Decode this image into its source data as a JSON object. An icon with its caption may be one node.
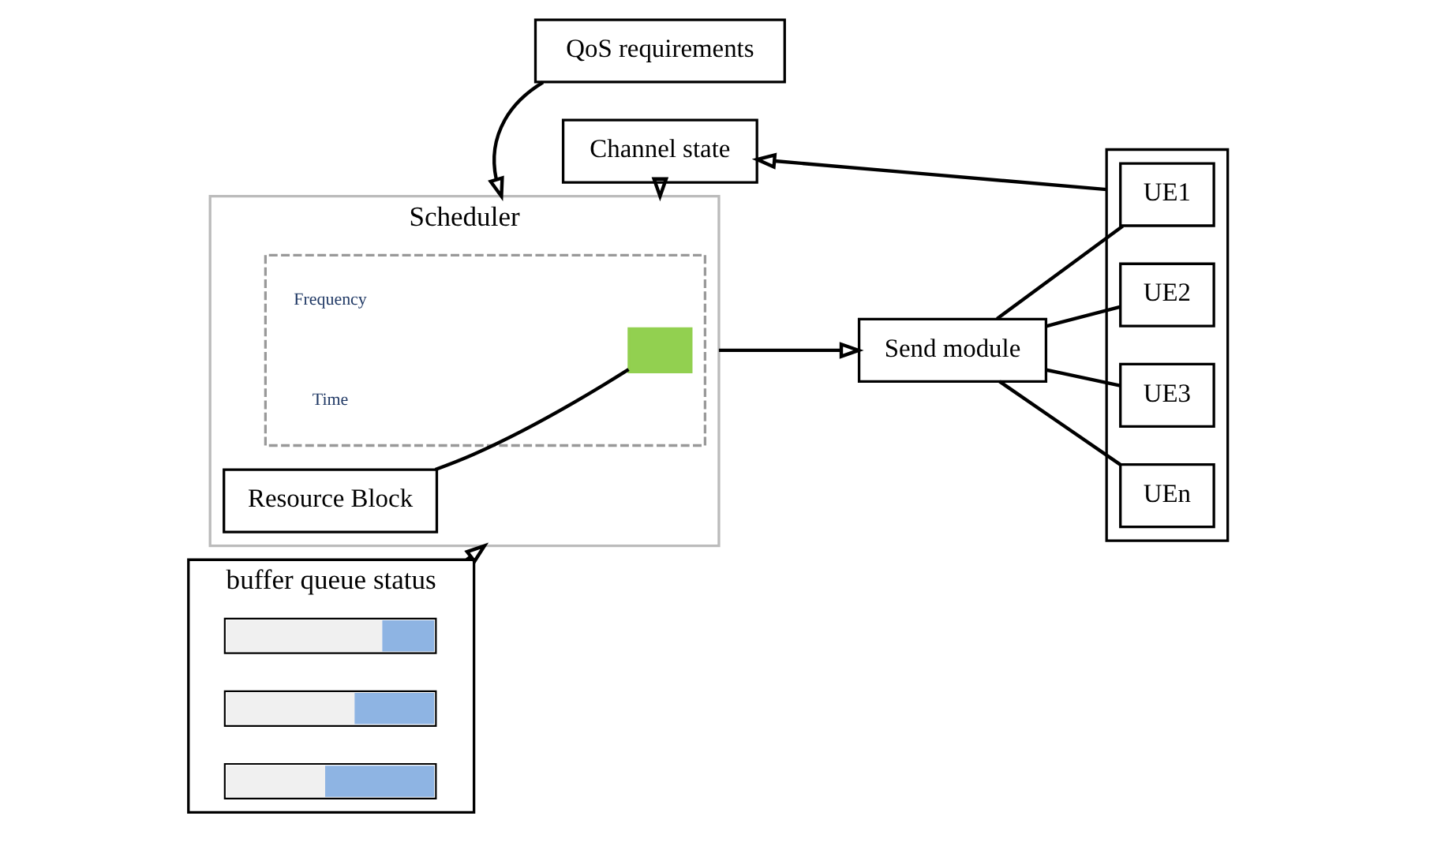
{
  "diagram": {
    "nodes": [
      {
        "text": [
          "Channel state"
        ]
      },
      {
        "text": [
          "Scheduler"
        ]
      },
      {
        "text": [],
        "shape": "picture",
        "in": 1
      },
      {
        "text": [
          "Resource Block"
        ],
        "in": 1
      },
      {
        "text": [],
        "shape": "box",
        "in": 2
      },
      {
        "text": [
          "buffer queue status"
        ]
      },
      {
        "text": [],
        "shape": "bar",
        "in": 5
      },
      {
        "text": [],
        "shape": "bar",
        "in": 5
      },
      {
        "text": [],
        "shape": "bar",
        "in": 5
      },
      {
        "text": [
          "Send module"
        ]
      },
      {
        "text": [],
        "shape": "box"
      },
      {
        "text": [
          "UE1"
        ],
        "in": 10
      },
      {
        "text": [
          "UE2"
        ],
        "in": 10
      },
      {
        "text": [
          "UE3"
        ],
        "in": 10
      },
      {
        "text": [
          "UEn"
        ],
        "in": 10
      },
      {
        "text": [
          "QoS requirements"
        ]
      }
    ],
    "edges": [
      {
        "from": 10,
        "to": 0,
        "arrow": "to"
      },
      {
        "from": 0,
        "to": 1,
        "arrow": "to"
      },
      {
        "from": 5,
        "to": 1,
        "arrow": "to"
      },
      {
        "from": 1,
        "to": 9,
        "arrow": "to"
      },
      {
        "from": 9,
        "to": 11,
        "arrow": "none"
      },
      {
        "from": 9,
        "to": 12,
        "arrow": "none"
      },
      {
        "from": 9,
        "to": 13,
        "arrow": "none"
      },
      {
        "from": 9,
        "to": 14,
        "arrow": "none"
      },
      {
        "from": 15,
        "to": 1,
        "arrow": "to"
      },
      {
        "from": 3,
        "to": 4,
        "arrow": "none"
      }
    ],
    "labels": [
      "Frequency",
      "Time"
    ]
  }
}
